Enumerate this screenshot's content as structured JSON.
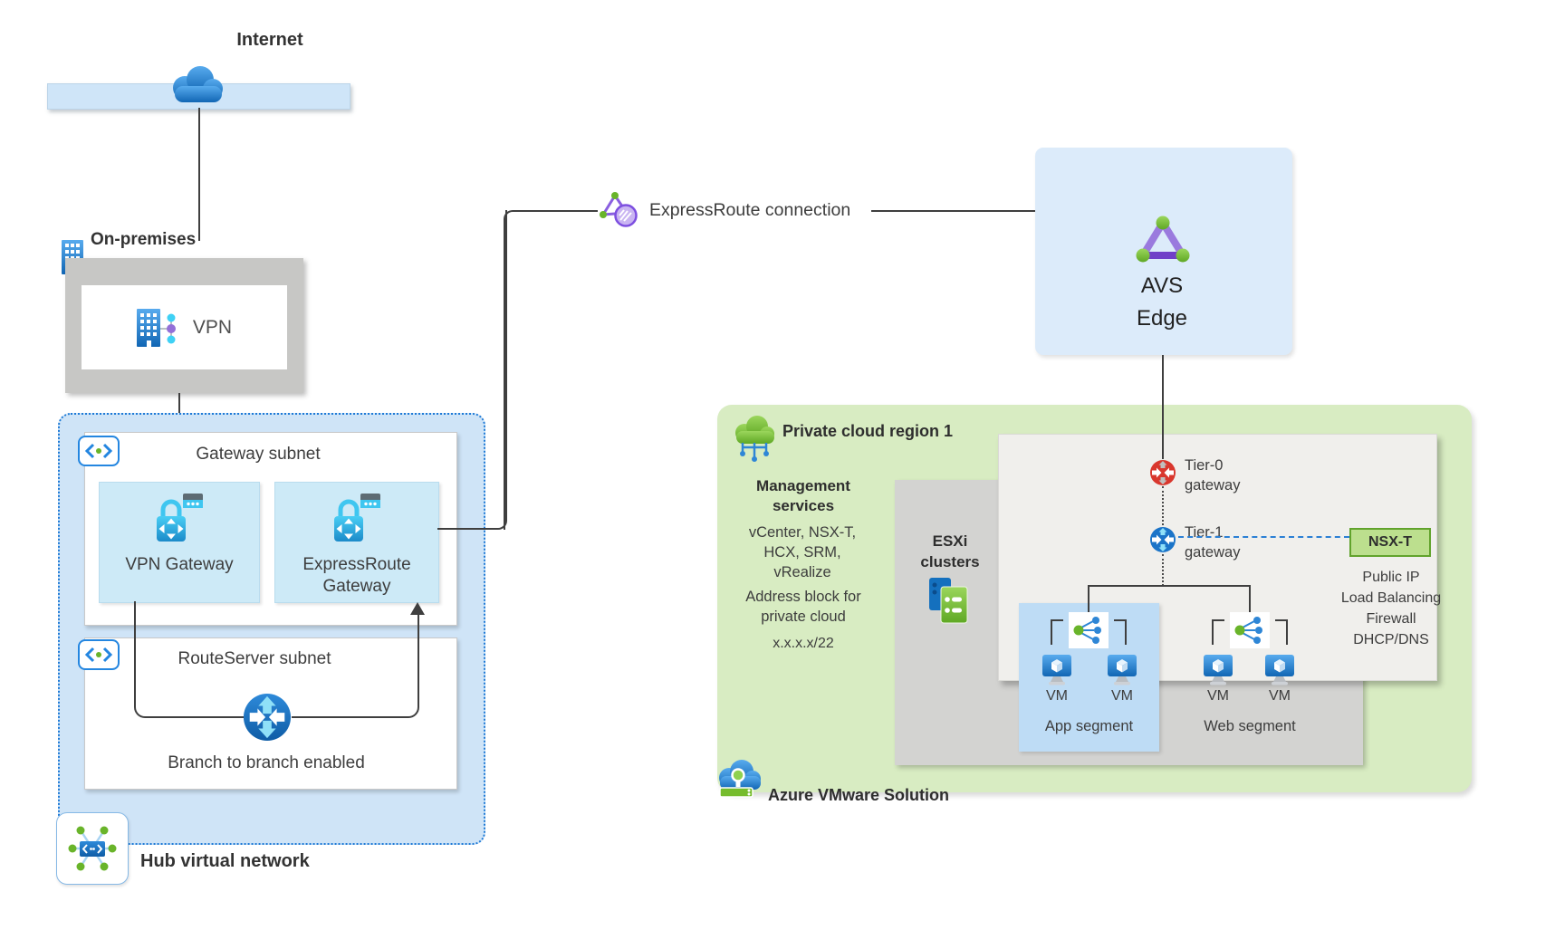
{
  "internet": {
    "label": "Internet"
  },
  "on_premises": {
    "label": "On-premises",
    "vpn": "VPN"
  },
  "hub": {
    "label": "Hub virtual network",
    "gateway_subnet_label": "Gateway subnet",
    "vpn_gateway_label": "VPN Gateway",
    "expressroute_gateway_label": "ExpressRoute Gateway",
    "routeserver_subnet_label": "RouteServer subnet",
    "branch_label": "Branch to branch enabled"
  },
  "expressroute": {
    "label": "ExpressRoute connection"
  },
  "avs_edge": {
    "label": "AVS Edge"
  },
  "private_cloud": {
    "label": "Private cloud region 1",
    "management_title": "Management services",
    "management_tools": "vCenter, NSX-T, HCX, SRM, vRealize",
    "address_block": "Address block for private cloud",
    "cidr": "x.x.x.x/22",
    "esxi_label": "ESXi clusters",
    "tier0_label": "Tier-0 gateway",
    "tier1_label": "Tier-1 gateway",
    "nsxt_label": "NSX-T",
    "nsxt_services": [
      "Public IP",
      "Load Balancing",
      "Firewall",
      "DHCP/DNS"
    ],
    "app_segment_label": "App segment",
    "web_segment_label": "Web segment",
    "vm_label": "VM"
  },
  "footer": {
    "label": "Azure VMware Solution"
  },
  "icons": {
    "internet-cloud-icon": "blue cloud",
    "onprem-building-icon": "blue building",
    "vpn-site-icon": "building with cyan/purple link dots",
    "subnet-icon": "angle brackets with green dot",
    "virtual-network-icon": "blue chevron box with green nodes",
    "gateway-icon": "cyan padlock with routing arrows and card",
    "route-server-icon": "blue circle with four arrows",
    "expressroute-icon": "purple triangle and striped globe",
    "avs-edge-icon": "purple triangle with green nodes",
    "private-cloud-icon": "green cloud with circuit",
    "esxi-icon": "blue and green server cards",
    "tier0-gateway-icon": "red router circle",
    "tier1-gateway-icon": "blue router circle",
    "segment-icon": "green node fanning to blue nodes",
    "vm-icon": "blue monitor with cube",
    "avs-cloud-icon": "blue cloud with lightbulb"
  },
  "colors": {
    "hub_fill": "#cfe4f7",
    "hub_border": "#1f7ad6",
    "gateway_box": "#cdeaf7",
    "green_fill": "#d8ecc2",
    "grey_panel": "#d3d3d1",
    "light_panel": "#f0efec",
    "app_segment_fill": "#bedcf5",
    "nsxt_fill": "#bcdf8e",
    "nsxt_border": "#61a32c",
    "connector": "#3f3f3f",
    "dashed_blue": "#2b7fd4",
    "avs_box_fill": "#dcebfa",
    "internet_bar": "#cfe5f8",
    "onprem_grey": "#c7c7c5",
    "tier0_red": "#d9372d",
    "tier1_blue": "#1b74c8",
    "azure_green": "#69b42a",
    "purple": "#8a5fe0"
  }
}
